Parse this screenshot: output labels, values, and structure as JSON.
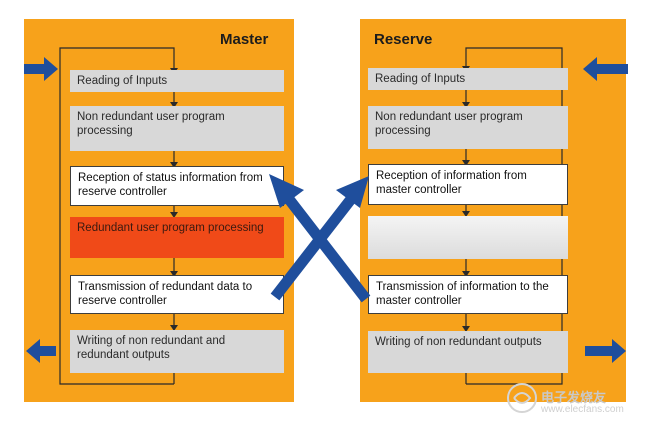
{
  "master": {
    "title": "Master",
    "steps": [
      {
        "label": "Reading of Inputs",
        "style": "grey"
      },
      {
        "label": "Non redundant user program processing",
        "style": "grey"
      },
      {
        "label": "Reception of status information from reserve controller",
        "style": "white"
      },
      {
        "label": "Redundant user program processing",
        "style": "red"
      },
      {
        "label": "Transmission of redundant data to reserve controller",
        "style": "white"
      },
      {
        "label": "Writing of non redundant and redundant outputs",
        "style": "grey"
      }
    ]
  },
  "reserve": {
    "title": "Reserve",
    "steps": [
      {
        "label": "Reading of Inputs",
        "style": "grey"
      },
      {
        "label": "Non redundant user program processing",
        "style": "grey"
      },
      {
        "label": "Reception of information from master controller",
        "style": "white"
      },
      {
        "label": "",
        "style": "blank"
      },
      {
        "label": "Transmission of information to the master controller",
        "style": "white"
      },
      {
        "label": "Writing of non redundant outputs",
        "style": "grey"
      }
    ]
  },
  "watermark": {
    "cn": "电子发烧友",
    "site": "www.elecfans.com"
  },
  "colors": {
    "panel": "#f7a21b",
    "arrow": "#1f4e9c",
    "red_step": "#f04a18",
    "grey_step": "#d8d8d8"
  }
}
